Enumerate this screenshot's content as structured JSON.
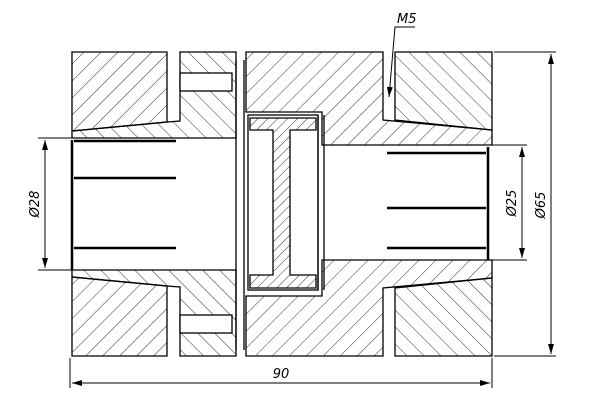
{
  "drawing": {
    "title": "Coupling assembly section view",
    "dimensions": {
      "bore_left": "Ø28",
      "bore_right": "Ø25",
      "outer_diameter": "Ø65",
      "overall_length": "90",
      "thread": "M5"
    },
    "colors": {
      "line": "#000000",
      "hatch": "#333333",
      "background": "#ffffff"
    }
  }
}
